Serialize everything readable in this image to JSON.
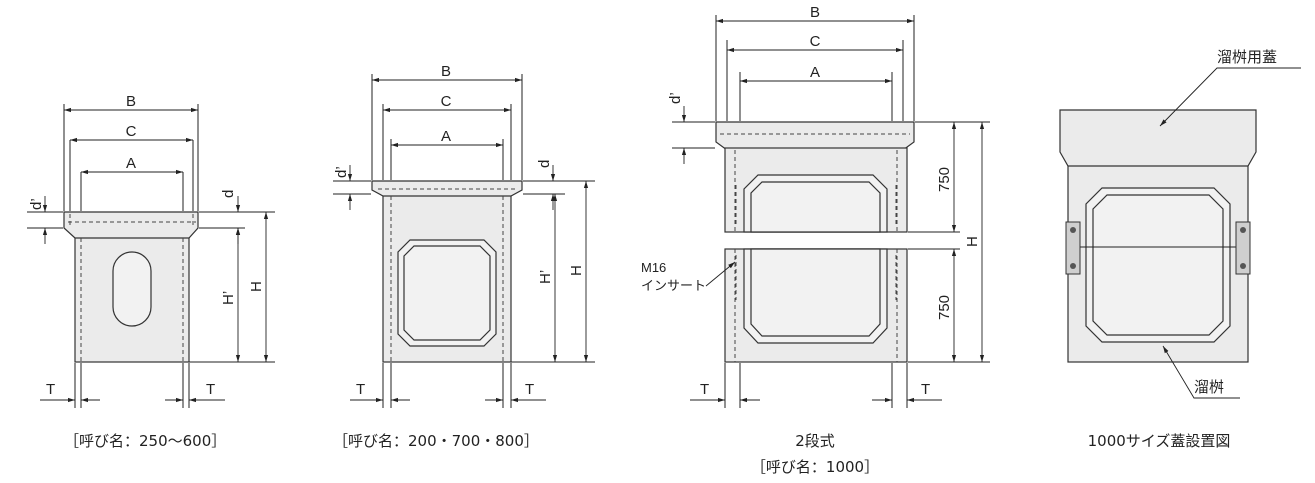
{
  "labels": {
    "A": "A",
    "B": "B",
    "C": "C",
    "H": "H",
    "H_prime": "H’",
    "d": "d",
    "d_prime": "d’",
    "T": "T",
    "h750": "750",
    "m16": "M16",
    "insert": "インサート",
    "lid": "溜桝用蓋",
    "basin": "溜桝"
  },
  "captions": {
    "fig1": "［呼び名：250〜600］",
    "fig2": "［呼び名：200・700・800］",
    "fig3_line1": "2段式",
    "fig3_line2": "［呼び名：1000］",
    "fig4": "1000サイズ蓋設置図"
  }
}
